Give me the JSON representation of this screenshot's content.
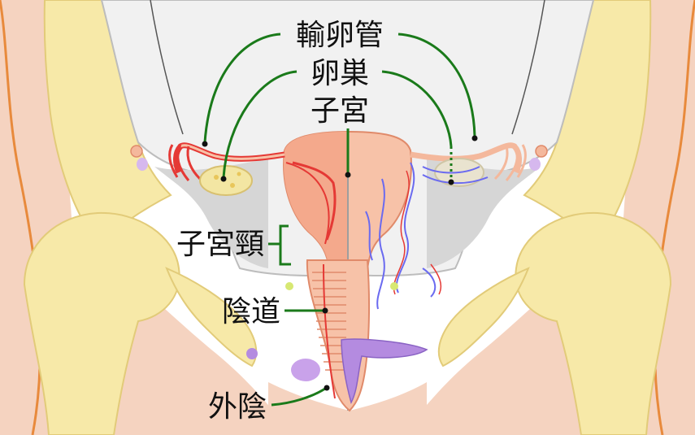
{
  "labels": {
    "fallopian_tube": "輸卵管",
    "ovary": "卵巣",
    "uterus": "子宮",
    "cervix": "子宮頸",
    "vagina": "陰道",
    "vulva": "外陰"
  },
  "colors": {
    "background": "#ffffff",
    "skin": "#f5d3c0",
    "bone": "#f7e9a8",
    "bone_outline": "#e2cb79",
    "pelvic_cavity": "#f1f1f1",
    "peritoneum": "#d6d6d6",
    "uterus_cut": "#f4a98c",
    "uterus_wall": "#f7c2a8",
    "vessel_artery": "#e53935",
    "vessel_vein": "#6a6af0",
    "leader_line": "#1a7a1a",
    "bladder": "#b48be0",
    "ovary": "#f3e6a3"
  },
  "icons": {
    "leader_dot": "dot-icon"
  }
}
